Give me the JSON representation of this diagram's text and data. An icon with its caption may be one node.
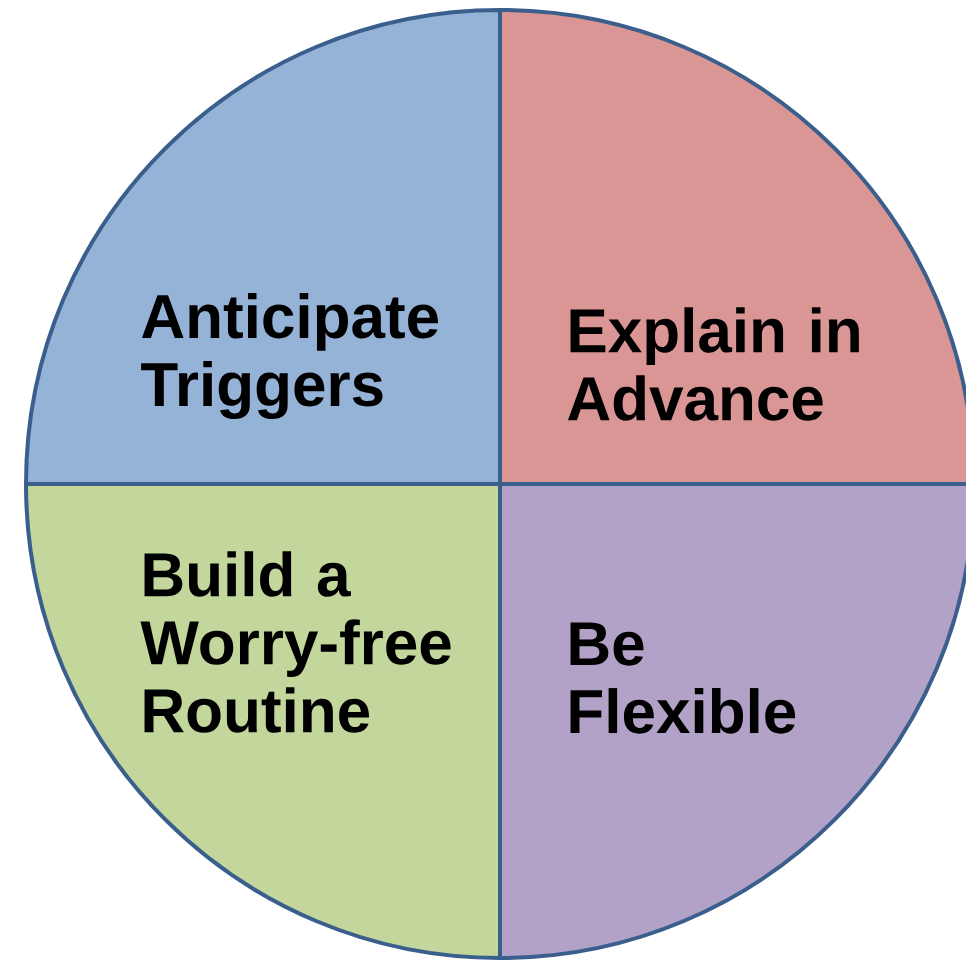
{
  "diagram": {
    "nodes": [
      {
        "text": [
          "Anticipate Triggers"
        ]
      },
      {
        "text": [
          "Explain in Advance"
        ]
      },
      {
        "text": [
          "Build a Worry-free Routine"
        ]
      },
      {
        "text": [
          "Be Flexible"
        ]
      }
    ]
  }
}
